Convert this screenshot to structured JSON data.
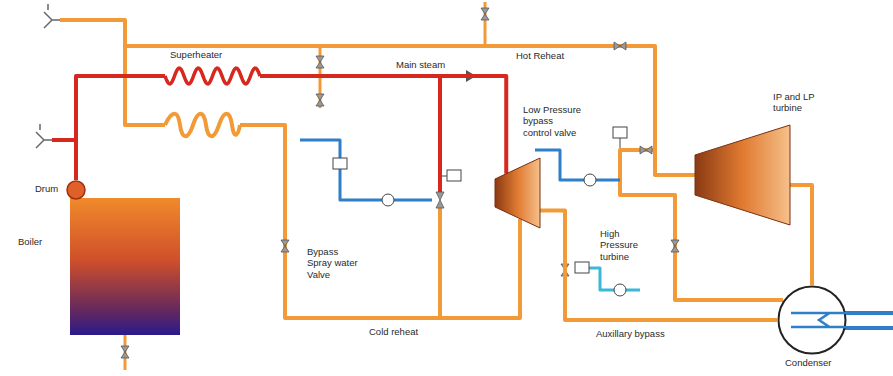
{
  "diagram": {
    "nodes": [
      {
        "text": [
          "Boiler"
        ]
      },
      {
        "text": [
          "Drum"
        ]
      },
      {
        "text": [
          "Superheater"
        ]
      },
      {
        "text": [
          "High Pressure turbine"
        ]
      },
      {
        "text": [
          "IP and LP turbine"
        ]
      },
      {
        "text": [
          "Condenser"
        ]
      }
    ],
    "edges": [
      {
        "from": 1,
        "to": 2,
        "arrow": "none"
      },
      {
        "from": 2,
        "to": 3,
        "label": "Main steam",
        "arrow": "none"
      },
      {
        "from": 3,
        "to": 5,
        "label": "Auxillary bypass",
        "arrow": "none"
      },
      {
        "from": 4,
        "to": 5,
        "arrow": "none"
      }
    ],
    "labels": [
      "Hot Reheat",
      "Low Pressure bypass control valve",
      "Bypass Spray water Valve",
      "Cold reheat"
    ]
  }
}
